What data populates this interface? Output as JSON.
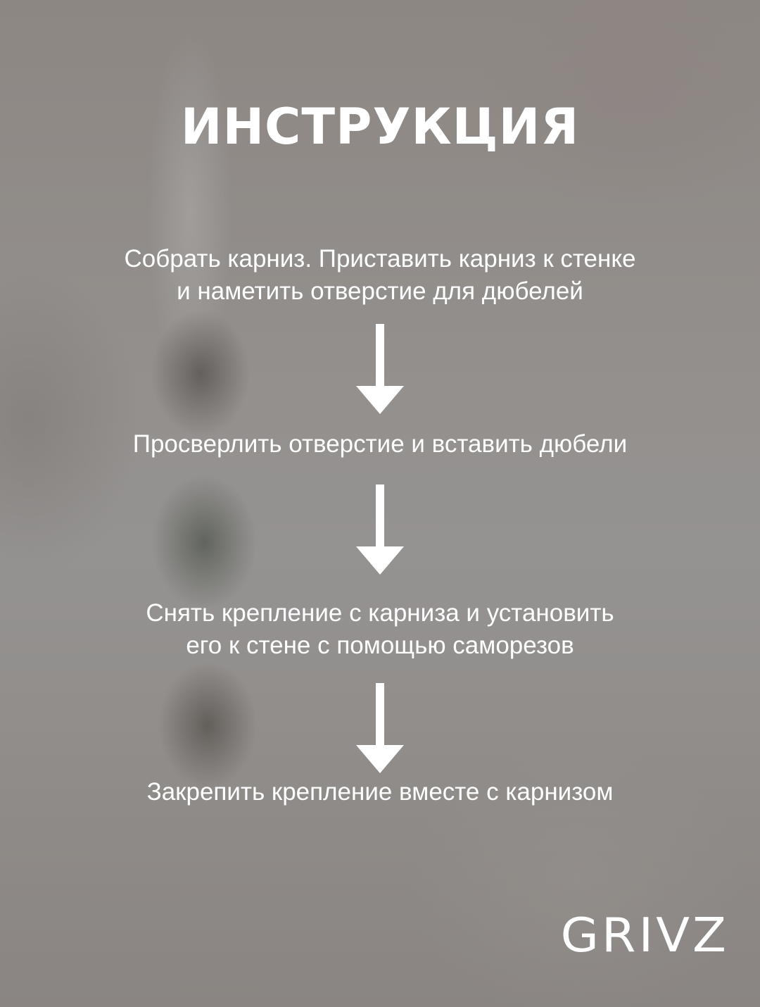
{
  "title": "ИНСТРУКЦИЯ",
  "steps": [
    "Собрать карниз. Приставить карниз к стенке\nи наметить отверстие для дюбелей",
    "Просверлить отверстие и вставить дюбели",
    "Снять крепление с карниза и установить\nего к стене с помощью саморезов",
    "Закрепить крепление вместе с карнизом"
  ],
  "brand": "GRIVZ",
  "icons": {
    "step_arrow": "arrow-down-icon"
  },
  "colors": {
    "text": "#ffffff"
  }
}
